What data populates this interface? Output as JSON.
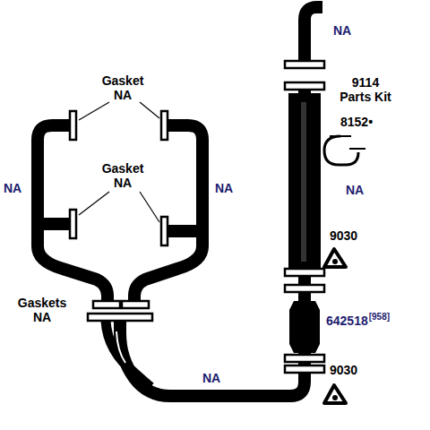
{
  "diagram": {
    "labels": [
      "NA",
      "9114 Parts Kit",
      "8152•",
      "NA",
      "Gasket NA",
      "Gasket NA",
      "NA",
      "NA",
      "9030",
      "Gaskets NA",
      "642518",
      "[958]",
      "9030",
      "NA"
    ]
  }
}
